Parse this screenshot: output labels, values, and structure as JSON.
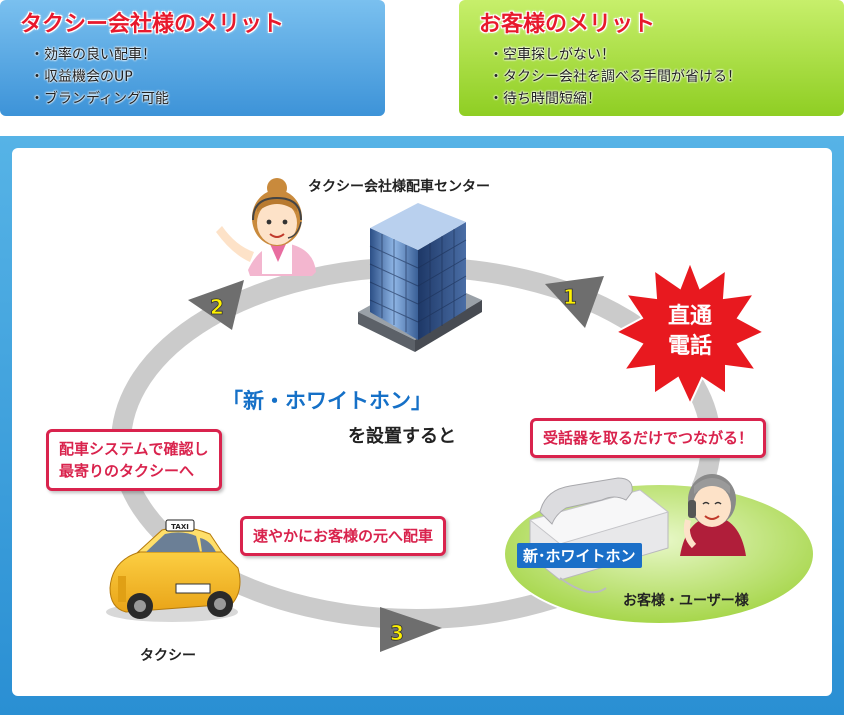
{
  "taxi_merits": {
    "title": "タクシー会社様のメリット",
    "items": [
      "・効率の良い配車！",
      "・収益機会のUP",
      "・ブランディング可能"
    ]
  },
  "customer_merits": {
    "title": "お客様のメリット",
    "items": [
      "・空車探しがない！",
      "・タクシー会社を調べる手間が省ける！",
      "・待ち時間短縮！"
    ]
  },
  "diagram": {
    "center_label": "タクシー会社様配車センター",
    "main_line1": "「新・ホワイトホン」",
    "main_line2": "を設置すると",
    "burst_line1": "直通",
    "burst_line2": "電話",
    "box_receiver": "受話器を取るだけでつながる！",
    "box_dispatch_line1": "配車システムで確認し",
    "box_dispatch_line2": "最寄りのタクシーへ",
    "box_speedy": "速やかにお客様の元へ配車",
    "phone_label": "新･ホワイトホン",
    "customer_label": "お客様・ユーザー様",
    "taxi_label": "タクシー",
    "step1": "1",
    "step2": "2",
    "step3": "3",
    "taxi_sign": "TAXI"
  },
  "colors": {
    "accent_red": "#d9234d",
    "accent_blue": "#1570c7",
    "panel_blue": "#3d93d8",
    "panel_green": "#8fce23",
    "step_number": "#fff200"
  },
  "icons": [
    "operator-icon",
    "building-icon",
    "taxi-icon",
    "phone-icon",
    "customer-icon",
    "burst-icon",
    "arrow-icon"
  ]
}
